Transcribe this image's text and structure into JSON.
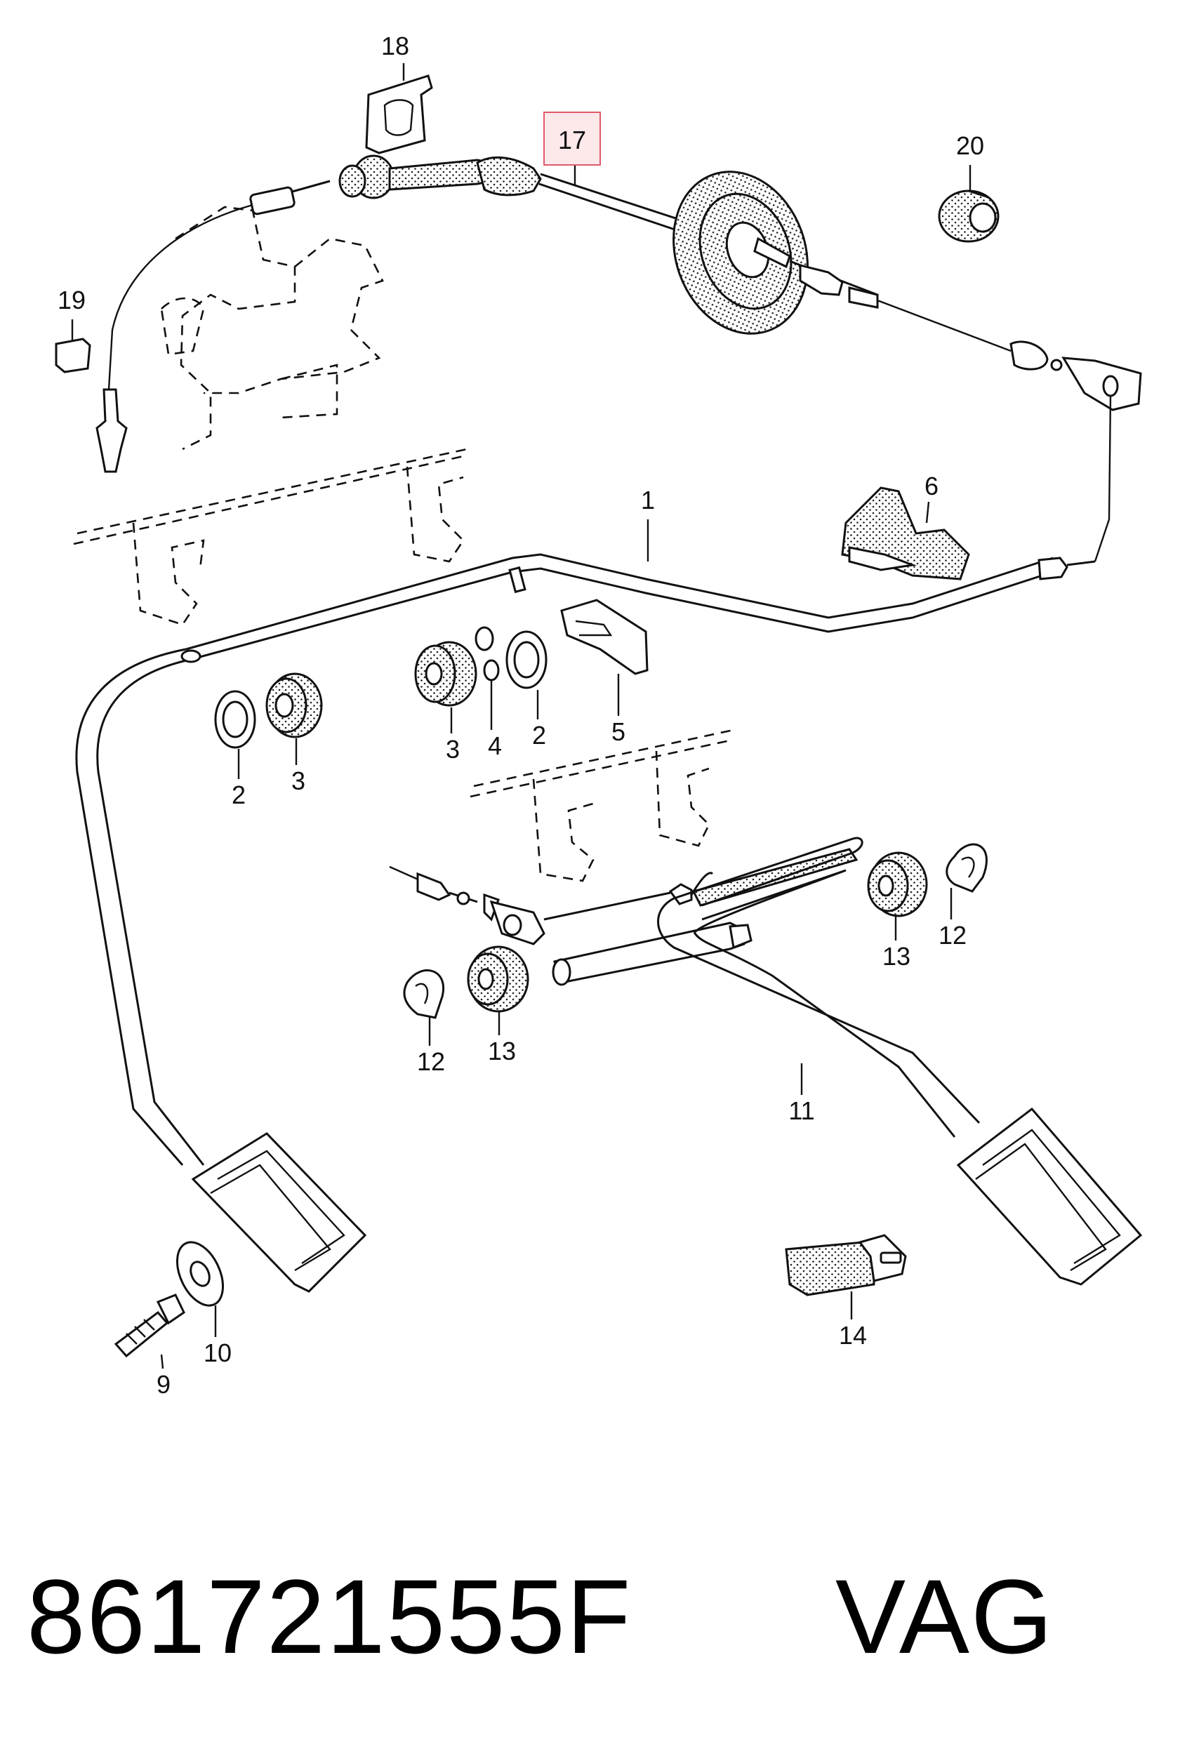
{
  "diagram": {
    "callouts": [
      {
        "id": "c1",
        "text": "1"
      },
      {
        "id": "c2a",
        "text": "2"
      },
      {
        "id": "c2b",
        "text": "2"
      },
      {
        "id": "c3a",
        "text": "3"
      },
      {
        "id": "c3b",
        "text": "3"
      },
      {
        "id": "c4",
        "text": "4"
      },
      {
        "id": "c5",
        "text": "5"
      },
      {
        "id": "c6",
        "text": "6"
      },
      {
        "id": "c9",
        "text": "9"
      },
      {
        "id": "c10",
        "text": "10"
      },
      {
        "id": "c11",
        "text": "11"
      },
      {
        "id": "c12a",
        "text": "12"
      },
      {
        "id": "c12b",
        "text": "12"
      },
      {
        "id": "c13a",
        "text": "13"
      },
      {
        "id": "c13b",
        "text": "13"
      },
      {
        "id": "c14",
        "text": "14"
      },
      {
        "id": "c17",
        "text": "17",
        "highlighted": true
      },
      {
        "id": "c18",
        "text": "18"
      },
      {
        "id": "c19",
        "text": "19"
      },
      {
        "id": "c20",
        "text": "20"
      }
    ],
    "highlight_color": "#e05a6a",
    "highlight_fill": "#fde8ea"
  },
  "footer": {
    "part_number": "861721555F",
    "brand": "VAG"
  }
}
